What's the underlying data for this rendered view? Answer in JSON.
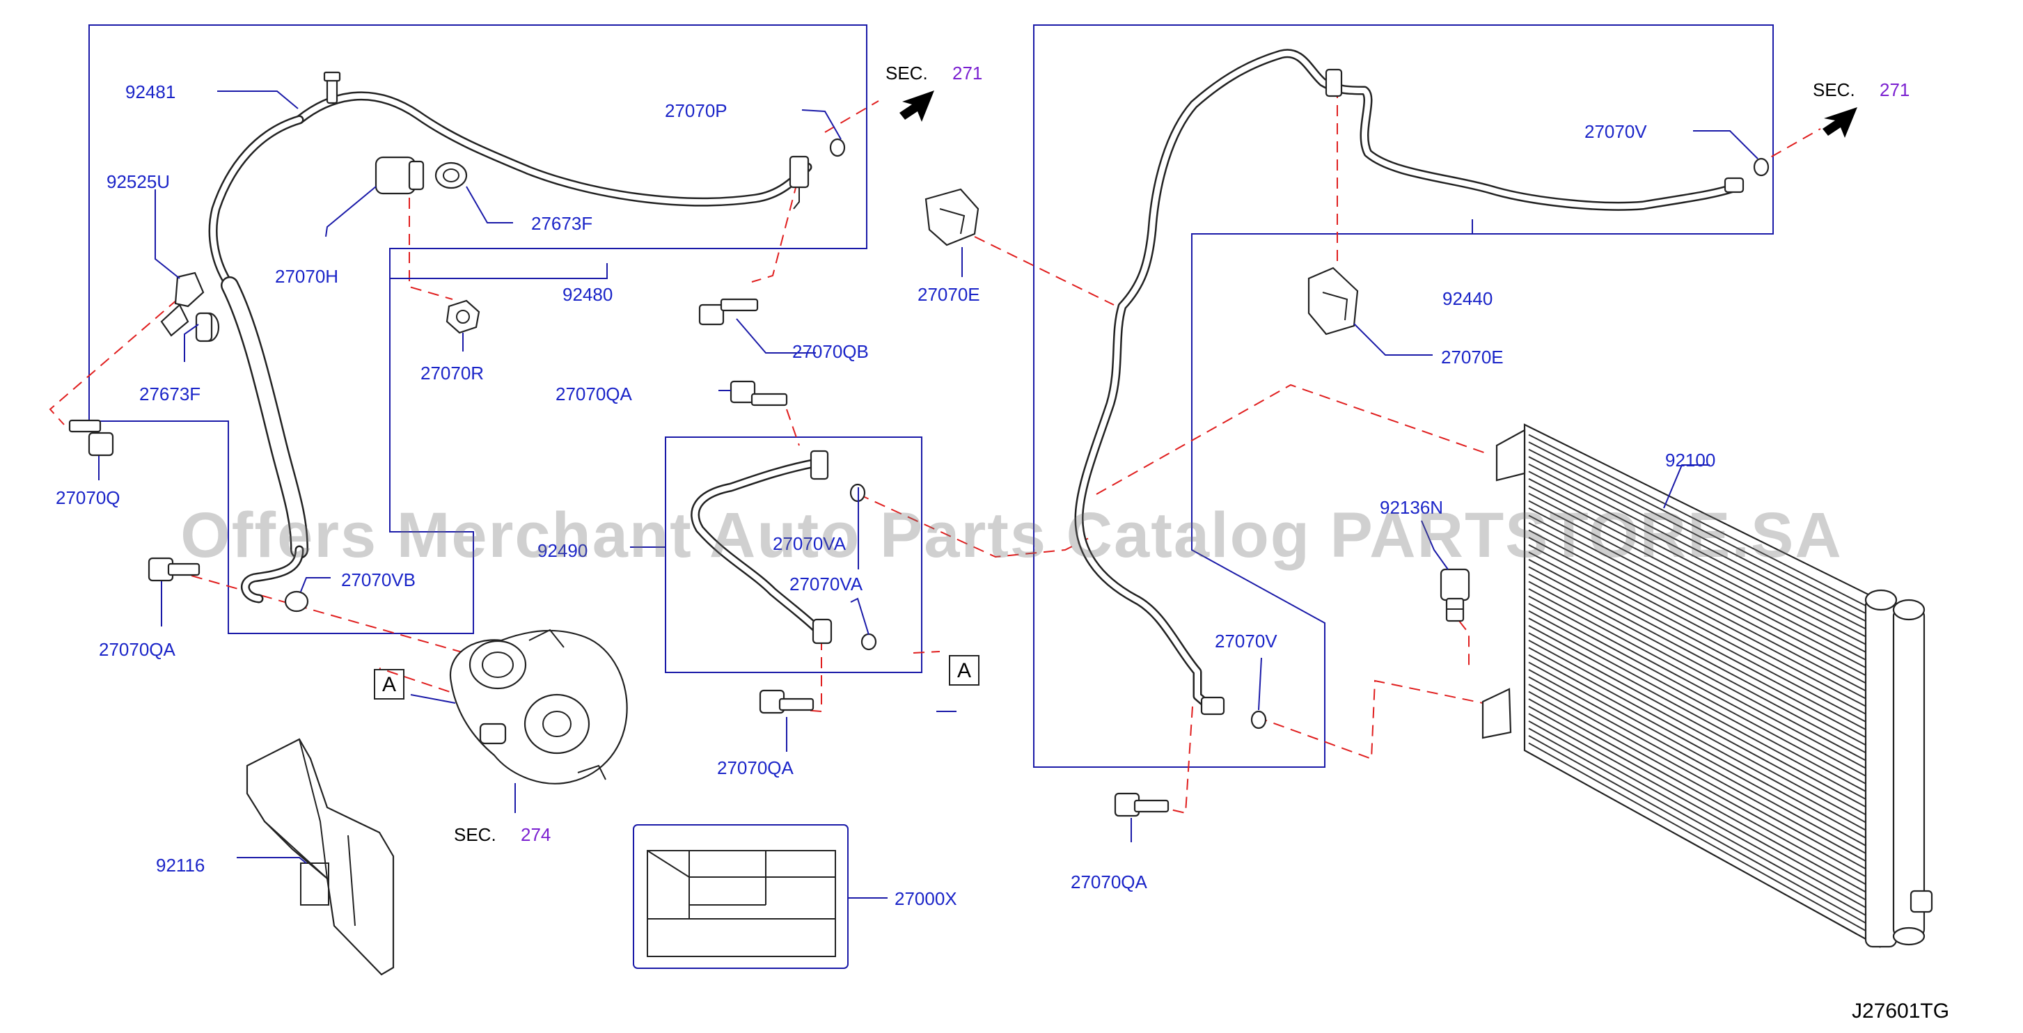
{
  "diagram": {
    "code": "J27601TG",
    "watermark": "Offers Merchant Auto Parts Catalog PARTSTORE.SA",
    "section_refs": [
      {
        "id": "sec-left",
        "label": "SEC.",
        "number": "271"
      },
      {
        "id": "sec-right",
        "label": "SEC.",
        "number": "271"
      },
      {
        "id": "sec-compressor",
        "label": "SEC.",
        "number": "274"
      }
    ],
    "markers": [
      "A",
      "A"
    ],
    "parts": [
      {
        "id": "p92481",
        "number": "92481"
      },
      {
        "id": "p92525U",
        "number": "92525U"
      },
      {
        "id": "p27673F-a",
        "number": "27673F"
      },
      {
        "id": "p27673F-b",
        "number": "27673F"
      },
      {
        "id": "p27070H",
        "number": "27070H"
      },
      {
        "id": "p27070P",
        "number": "27070P"
      },
      {
        "id": "p92480",
        "number": "92480"
      },
      {
        "id": "p27070R",
        "number": "27070R"
      },
      {
        "id": "p27070QB",
        "number": "27070QB"
      },
      {
        "id": "p27070Q",
        "number": "27070Q"
      },
      {
        "id": "p27070QA-1",
        "number": "27070QA"
      },
      {
        "id": "p27070QA-2",
        "number": "27070QA"
      },
      {
        "id": "p27070QA-3",
        "number": "27070QA"
      },
      {
        "id": "p27070QA-4",
        "number": "27070QA"
      },
      {
        "id": "p27070VB",
        "number": "27070VB"
      },
      {
        "id": "p92490",
        "number": "92490"
      },
      {
        "id": "p27070VA-1",
        "number": "27070VA"
      },
      {
        "id": "p27070VA-2",
        "number": "27070VA"
      },
      {
        "id": "p92116",
        "number": "92116"
      },
      {
        "id": "p27000X",
        "number": "27000X"
      },
      {
        "id": "p27070E-1",
        "number": "27070E"
      },
      {
        "id": "p27070E-2",
        "number": "27070E"
      },
      {
        "id": "p27070V-1",
        "number": "27070V"
      },
      {
        "id": "p27070V-2",
        "number": "27070V"
      },
      {
        "id": "p92440",
        "number": "92440"
      },
      {
        "id": "p92136N",
        "number": "92136N"
      },
      {
        "id": "p92100",
        "number": "92100"
      }
    ]
  }
}
